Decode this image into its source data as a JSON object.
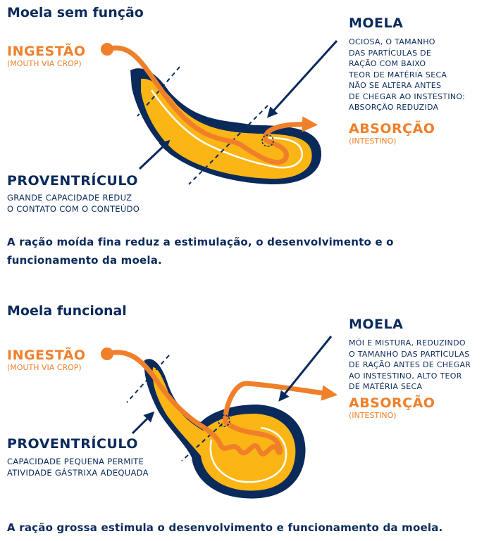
{
  "colors": {
    "navy": "#0a2a5c",
    "orange": "#f07f2a",
    "yellow": "#fbb515",
    "white": "#ffffff"
  },
  "section1": {
    "title": "Moela sem função",
    "ingestao": "INGESTÃO",
    "ingestao_sub": "(MOUTH VIA CROP)",
    "moela": "MOELA",
    "moela_desc": "OCIOSA, O TAMANHO\nDAS PARTÍCULAS DE\nRAÇÃO COM BAIXO\nTEOR DE MATÉRIA SECA\nNÃO SE ALTERA ANTES\nDE CHEGAR AO INSTESTINO:\nABSORÇÃO REDUZIDA",
    "absorcao": "ABSORÇÃO",
    "absorcao_sub": "(INTESTINO)",
    "proventriculo": "PROVENTRÍCULO",
    "proventriculo_desc": "GRANDE CAPACIDADE REDUZ\nO CONTATO COM O CONTEÚDO",
    "caption": "A ração moída fina reduz a estimulação, o desenvolvimento e o funcionamento da moela."
  },
  "section2": {
    "title": "Moela funcional",
    "ingestao": "INGESTÃO",
    "ingestao_sub": "(MOUTH VIA CROP)",
    "moela": "MOELA",
    "moela_desc": "MÓI E MISTURA, REDUZINDO\nO TAMANHO DAS PARTÍCULAS\nDE RAÇÃO ANTES DE CHEGAR\nAO INSTESTINO, ALTO TEOR\nDE MATÉRIA SECA",
    "absorcao": "ABSORÇÃO",
    "absorcao_sub": "(INTESTINO)",
    "proventriculo": "PROVENTRÍCULO",
    "proventriculo_desc": "CAPACIDADE PEQUENA PERMITE\nATIVIDADE GÁSTRIXA ADEQUADA",
    "caption": "A ração grossa estimula o desenvolvimento e funcionamento da moela."
  }
}
